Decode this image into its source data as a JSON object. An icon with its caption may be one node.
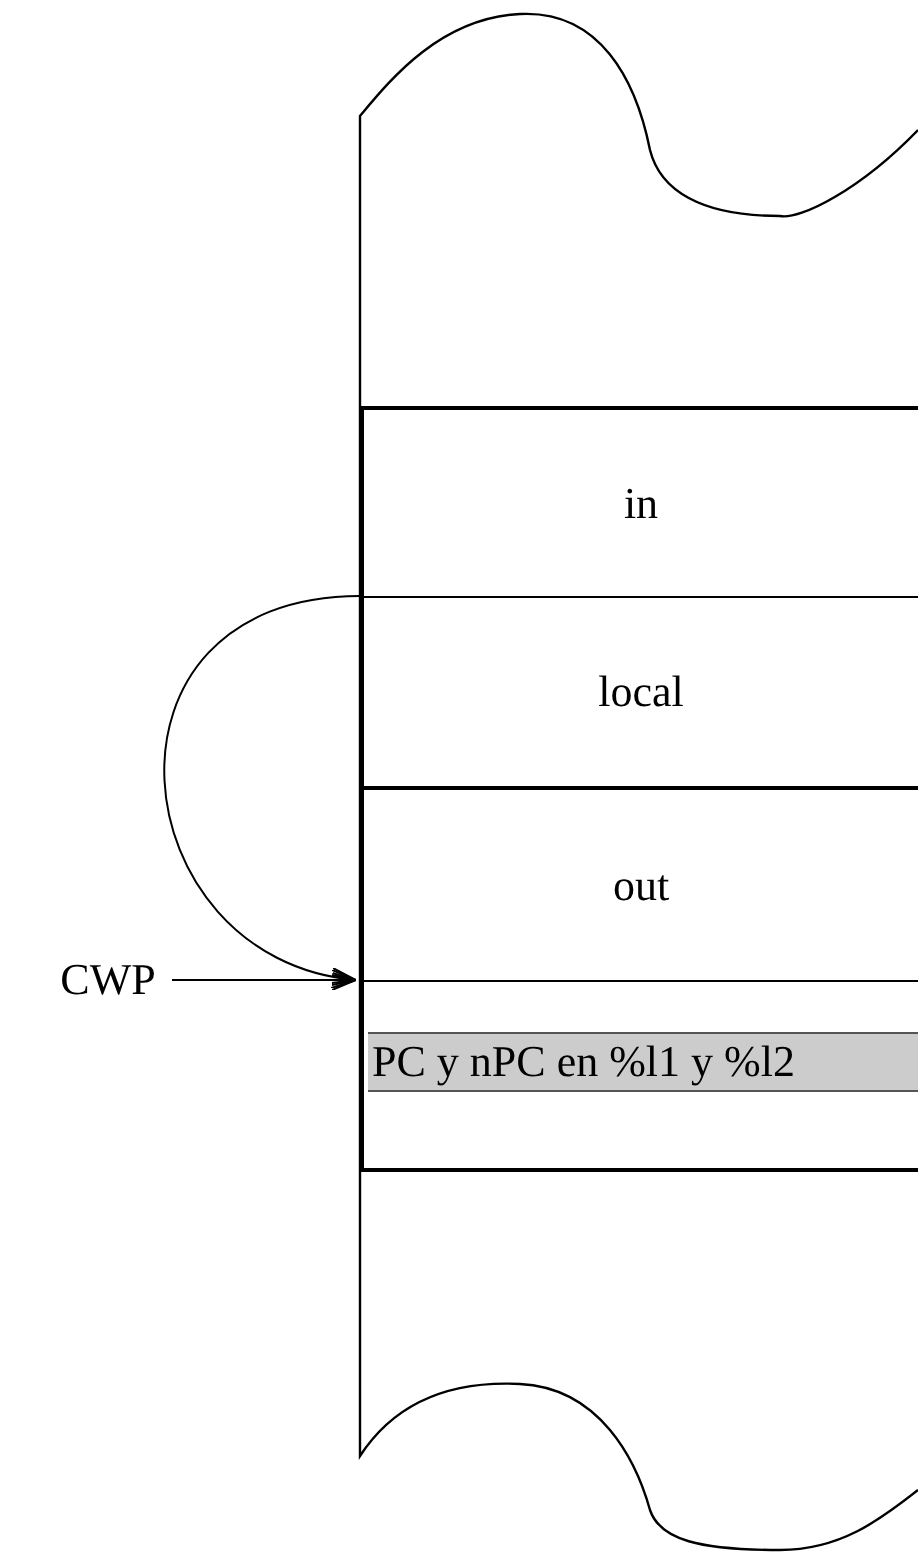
{
  "diagram": {
    "nodes": [
      {
        "text": [
          "in"
        ]
      },
      {
        "text": [
          "local"
        ]
      },
      {
        "text": [
          "out"
        ]
      },
      {
        "text": [],
        "shape": "box"
      },
      {
        "text": [
          "PC y nPC en %l1 y %l2"
        ],
        "in": 3
      },
      {
        "text": [
          "CWP"
        ]
      }
    ],
    "edges": [
      {
        "from": 1,
        "to": 3,
        "arrow": "to"
      },
      {
        "from": 5,
        "to": 3,
        "arrow": "to"
      }
    ]
  }
}
